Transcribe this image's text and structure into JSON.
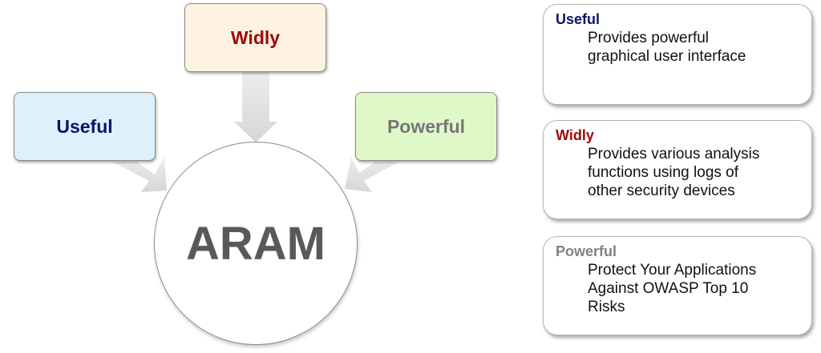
{
  "center": {
    "label": "ARAM"
  },
  "boxes": [
    {
      "id": "useful",
      "label": "Useful",
      "color": "#0d1468",
      "fill": "#ddf0fc"
    },
    {
      "id": "widly",
      "label": "Widly",
      "color": "#9a0a0a",
      "fill": "#fef3e3"
    },
    {
      "id": "powerful",
      "label": "Powerful",
      "color": "#777777",
      "fill": "#e0f8c8"
    }
  ],
  "cards": [
    {
      "title": "Useful",
      "lines": [
        "Provides powerful",
        "graphical user interface"
      ]
    },
    {
      "title": "Widly",
      "lines": [
        "Provides various analysis",
        "functions using logs of",
        "other security devices"
      ]
    },
    {
      "title": "Powerful",
      "lines": [
        "Protect Your Applications",
        "Against OWASP Top 10",
        "Risks"
      ]
    }
  ]
}
